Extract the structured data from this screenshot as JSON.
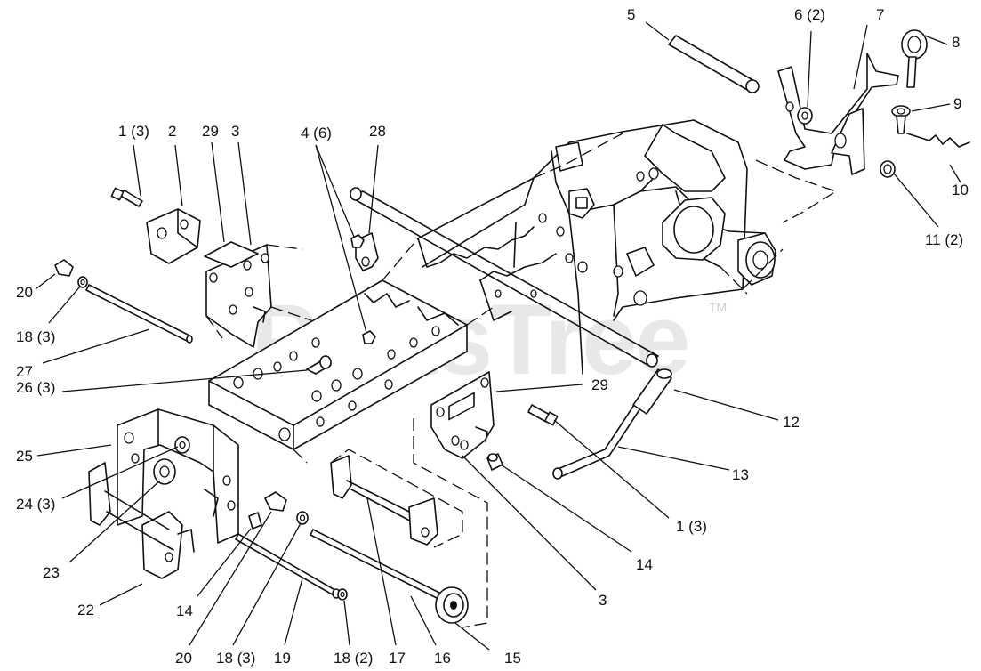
{
  "watermark": {
    "text": "PartsTree",
    "trademark": "TM"
  },
  "callouts": [
    {
      "id": "c1a",
      "label": "1 (3)"
    },
    {
      "id": "c2",
      "label": "2"
    },
    {
      "id": "c29a",
      "label": "29"
    },
    {
      "id": "c3a",
      "label": "3"
    },
    {
      "id": "c4",
      "label": "4 (6)"
    },
    {
      "id": "c28",
      "label": "28"
    },
    {
      "id": "c5",
      "label": "5"
    },
    {
      "id": "c6",
      "label": "6 (2)"
    },
    {
      "id": "c7",
      "label": "7"
    },
    {
      "id": "c8",
      "label": "8"
    },
    {
      "id": "c9",
      "label": "9"
    },
    {
      "id": "c10",
      "label": "10"
    },
    {
      "id": "c11",
      "label": "11 (2)"
    },
    {
      "id": "c20a",
      "label": "20"
    },
    {
      "id": "c18a",
      "label": "18 (3)"
    },
    {
      "id": "c27",
      "label": "27"
    },
    {
      "id": "c26",
      "label": "26 (3)"
    },
    {
      "id": "c25",
      "label": "25"
    },
    {
      "id": "c24",
      "label": "24 (3)"
    },
    {
      "id": "c23",
      "label": "23"
    },
    {
      "id": "c22",
      "label": "22"
    },
    {
      "id": "c14a",
      "label": "14"
    },
    {
      "id": "c20b",
      "label": "20"
    },
    {
      "id": "c18b",
      "label": "18 (3)"
    },
    {
      "id": "c19",
      "label": "19"
    },
    {
      "id": "c18c",
      "label": "18 (2)"
    },
    {
      "id": "c17",
      "label": "17"
    },
    {
      "id": "c16",
      "label": "16"
    },
    {
      "id": "c15",
      "label": "15"
    },
    {
      "id": "c3b",
      "label": "3"
    },
    {
      "id": "c14b",
      "label": "14"
    },
    {
      "id": "c1b",
      "label": "1 (3)"
    },
    {
      "id": "c13",
      "label": "13"
    },
    {
      "id": "c12",
      "label": "12"
    },
    {
      "id": "c29b",
      "label": "29"
    }
  ]
}
